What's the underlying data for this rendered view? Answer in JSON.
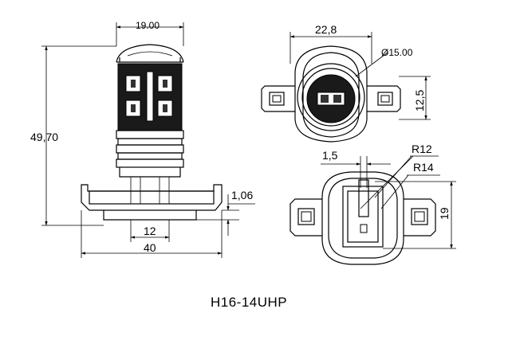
{
  "title": "H16-14UHP",
  "side_view": {
    "width_top": "19.00",
    "height": "49,70",
    "base_step": "1,06",
    "inner_width": "12",
    "base_width": "40"
  },
  "front_view": {
    "width": "22,8",
    "diameter": "Ø15.00",
    "height": "12,5"
  },
  "socket_view": {
    "pin_gap": "1,5",
    "radius_small": "R12",
    "radius_large": "R14",
    "height": "19"
  }
}
